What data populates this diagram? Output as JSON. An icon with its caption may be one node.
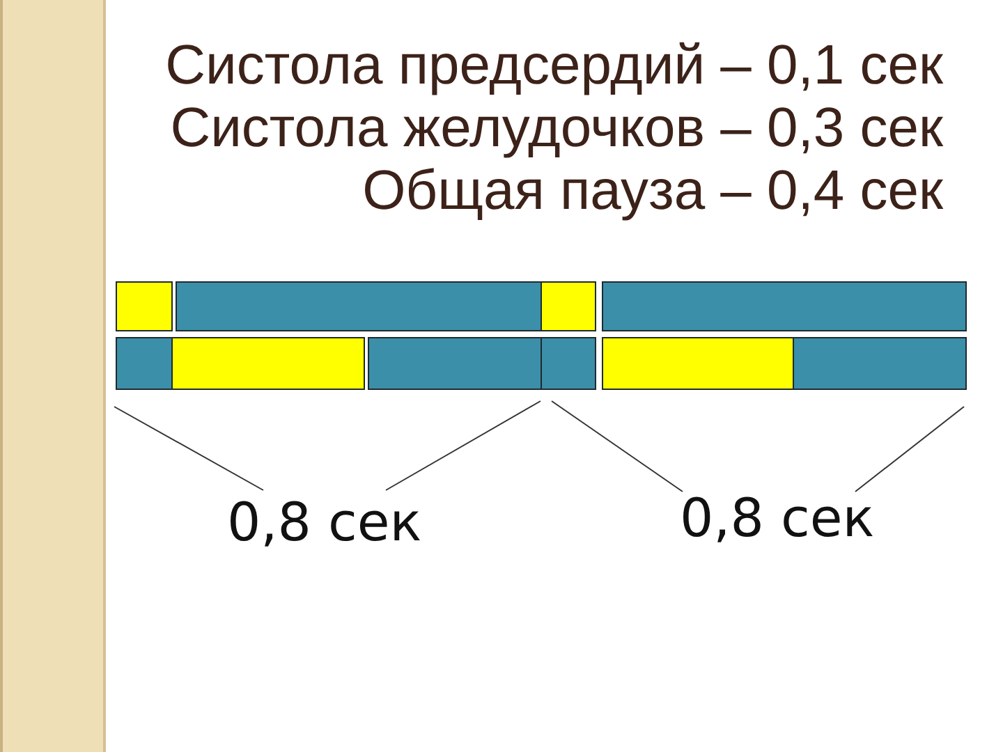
{
  "diagram": {
    "nodes": [
      {
        "text": [],
        "shape": "bar"
      },
      {
        "text": [],
        "shape": "bar"
      },
      {
        "text": [],
        "shape": "bar"
      },
      {
        "text": [],
        "shape": "bar"
      },
      {
        "text": [],
        "shape": "bar"
      },
      {
        "text": [],
        "shape": "bar"
      },
      {
        "text": [],
        "shape": "bar"
      },
      {
        "text": [],
        "shape": "bar"
      },
      {
        "text": [],
        "shape": "bar"
      },
      {
        "text": [],
        "shape": "bar"
      }
    ],
    "labels": [
      "Систола предсердий – 0,1 сек",
      "Систола желудочков – 0,3 сек",
      "Общая пауза – 0,4 сек",
      "0,8 сек",
      "0,8 сек"
    ]
  }
}
